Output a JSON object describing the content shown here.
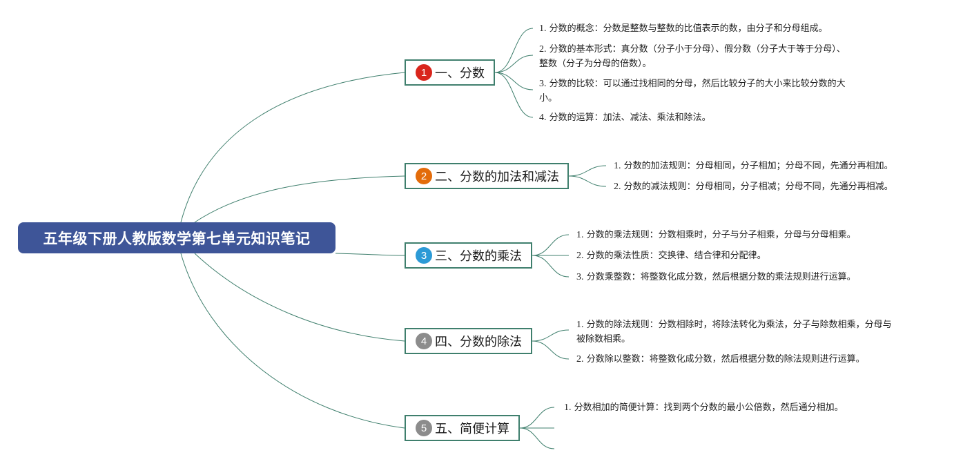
{
  "root": {
    "label": "五年级下册人教版数学第七单元知识笔记"
  },
  "colors": {
    "root_fill": "#3e5598",
    "line": "#3f7f6d",
    "badge_1": "#d9251c",
    "badge_2": "#e36c0a",
    "badge_3": "#2c9ad6",
    "badge_4": "#8c8c8c",
    "badge_5": "#8c8c8c"
  },
  "topics": [
    {
      "badge": "1",
      "label": "一、分数",
      "items": [
        {
          "num": "1.",
          "text": "分数的概念：分数是整数与整数的比值表示的数，由分子和分母组成。"
        },
        {
          "num": "2.",
          "text": "分数的基本形式：真分数（分子小于分母）、假分数（分子大于等于分母）、",
          "text2": "整数（分子为分母的倍数）。"
        },
        {
          "num": "3.",
          "text": "分数的比较：可以通过找相同的分母，然后比较分子的大小来比较分数的大",
          "text2": "小。"
        },
        {
          "num": "4.",
          "text": "分数的运算：加法、减法、乘法和除法。"
        }
      ]
    },
    {
      "badge": "2",
      "label": "二、分数的加法和减法",
      "items": [
        {
          "num": "1.",
          "text": "分数的加法规则：分母相同，分子相加；分母不同，先通分再相加。"
        },
        {
          "num": "2.",
          "text": "分数的减法规则：分母相同，分子相减；分母不同，先通分再相减。"
        }
      ]
    },
    {
      "badge": "3",
      "label": "三、分数的乘法",
      "items": [
        {
          "num": "1.",
          "text": "分数的乘法规则：分数相乘时，分子与分子相乘，分母与分母相乘。"
        },
        {
          "num": "2.",
          "text": "分数的乘法性质：交换律、结合律和分配律。"
        },
        {
          "num": "3.",
          "text": "分数乘整数：将整数化成分数，然后根据分数的乘法规则进行运算。"
        }
      ]
    },
    {
      "badge": "4",
      "label": "四、分数的除法",
      "items": [
        {
          "num": "1.",
          "text": "分数的除法规则：分数相除时，将除法转化为乘法，分子与除数相乘，分母与",
          "text2": "被除数相乘。"
        },
        {
          "num": "2.",
          "text": "分数除以整数：将整数化成分数，然后根据分数的除法规则进行运算。"
        }
      ]
    },
    {
      "badge": "5",
      "label": "五、简便计算",
      "items": [
        {
          "num": "1.",
          "text": "分数相加的简便计算：找到两个分数的最小公倍数，然后通分相加。"
        }
      ]
    }
  ]
}
